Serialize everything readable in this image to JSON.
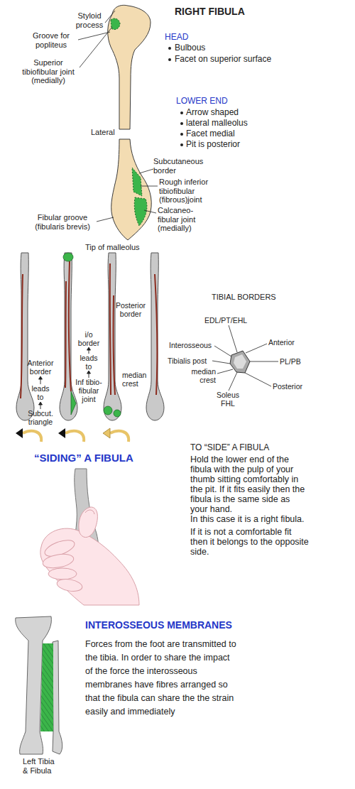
{
  "diagram": {
    "title": "RIGHT FIBULA",
    "labels": [
      "Styloid process",
      "Groove for popliteus",
      "Superior tibiofibular joint (medially)",
      "HEAD",
      "Bulbous",
      "Facet on superior surface",
      "LOWER END",
      "Arrow shaped",
      "lateral malleolus",
      "Facet medial",
      "Pit is posterior",
      "Lateral",
      "Subcutaneous border",
      "Rough inferior tibiofibular (fibrous)joint",
      "Calcaneo- fibular joint (medially)",
      "Fibular groove (fibularis brevis)",
      "Tip of malleolus",
      "Posterior border",
      "i/o border",
      "leads to",
      "Inf tibio- fibular joint",
      "Anterior border",
      "leads to",
      "Subcut. triangle",
      "median crest",
      "TIBIAL BORDERS",
      "EDL/PT/EHL",
      "Anterior",
      "Interosseous",
      "PL/PB",
      "Tibialis post",
      "median crest",
      "Posterior",
      "Soleus FHL",
      "“SIDING” A FIBULA",
      "TO “SIDE” A FIBULA",
      "Hold the lower end of the fibula with the pulp of your thumb sitting comfortably in the pit. If it fits easily then the fibula is the same side as your hand.",
      "In this case it is a right fibula.",
      "If it is not a comfortable fit then it belongs to the opposite side.",
      "INTEROSSEOUS MEMBRANES",
      "Forces from the foot are transmitted to the tibia. In order to share the impact of the force the interosseous membranes have fibres arranged so that the fibula can share the the strain easily and immediately",
      "Left Tibia & Fibula"
    ]
  }
}
